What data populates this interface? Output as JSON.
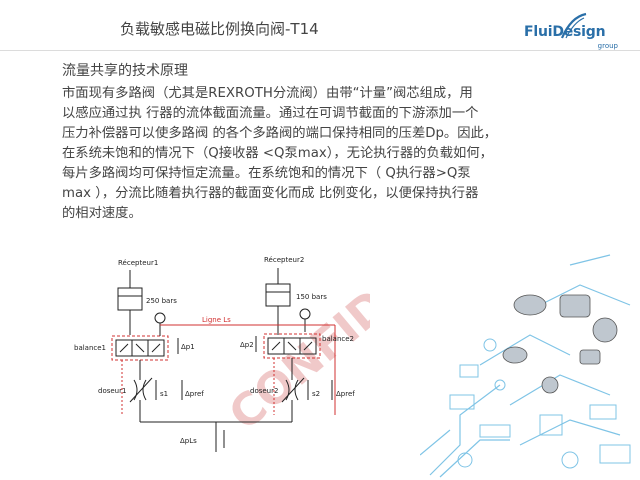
{
  "header": {
    "title": "负载敏感电磁比例换向阀-T14",
    "logo_text": "FluiDesign",
    "logo_sub": "group"
  },
  "section": {
    "subtitle": "流量共享的技术原理",
    "paragraph_lines": [
      "市面现有多路阀（尤其是REXROTH分流阀）由带“计量”阀芯组成，用",
      "以感应通过执 行器的流体截面流量。通过在可调节截面的下游添加一个",
      "压力补偿器可以使多路阀 的各个多路阀的端口保持相同的压差Dp。因此，",
      "在系统未饱和的情况下（Q接收器 <Q泵max），无论执行器的负载如何，",
      "每片多路阀均可保持恒定流量。在系统饱和的情况下（ Q执行器>Q泵",
      "max ），分流比随着执行器的截面变化而成 比例变化，以便保持执行器",
      "的相对速度。"
    ]
  },
  "diagram": {
    "receptor1": "Récepteur1",
    "receptor2": "Récepteur2",
    "pressure1": "250 bars",
    "pressure2": "150 bars",
    "line_ls": "Ligne Ls",
    "balance1": "balance1",
    "balance2": "balance2",
    "dp1": "Δp1",
    "dp2": "Δp2",
    "doseur1": "doseur1",
    "doseur2": "doseur2",
    "s1": "s1",
    "s2": "s2",
    "dpref1": "Δpref",
    "dpref2": "Δpref",
    "dpls": "ΔpLs",
    "watermark": "CONFID"
  },
  "colors": {
    "accent_red": "#d23030",
    "logo_blue": "#2a6fa8",
    "deco_blue": "#7fc4e6"
  }
}
